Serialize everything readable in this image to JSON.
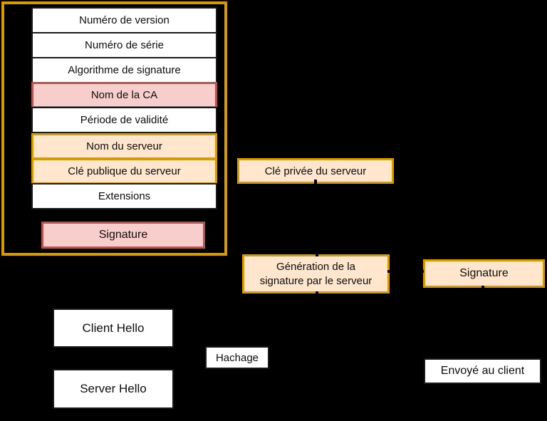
{
  "diagram": {
    "description_colors": {
      "background": "#000000",
      "white_fill": "#ffffff",
      "dark_border": "#1a1a1a",
      "orange_fill": "#ffe6cc",
      "orange_border": "#d79b00",
      "red_fill": "#f8cecc",
      "red_border": "#b85450",
      "text": "#0d0d0d"
    },
    "certificate": {
      "rows": [
        {
          "label": "Numéro de version",
          "style": "white"
        },
        {
          "label": "Numéro de série",
          "style": "white"
        },
        {
          "label": "Algorithme de signature",
          "style": "white"
        },
        {
          "label": "Nom de la CA",
          "style": "red"
        },
        {
          "label": "Période de validité",
          "style": "white"
        },
        {
          "label": "Nom du serveur",
          "style": "orange"
        },
        {
          "label": "Clé publique du serveur",
          "style": "orange"
        },
        {
          "label": "Extensions",
          "style": "white"
        }
      ],
      "signature_label": "Signature"
    },
    "nodes": {
      "cle_privee": "Clé privée du serveur",
      "generation_line1": "Génération de la",
      "generation_line2": "signature par le serveur",
      "signature_output": "Signature",
      "client_hello": "Client Hello",
      "hachage": "Hachage",
      "server_hello": "Server Hello",
      "envoye_au_client": "Envoyé au client"
    }
  }
}
